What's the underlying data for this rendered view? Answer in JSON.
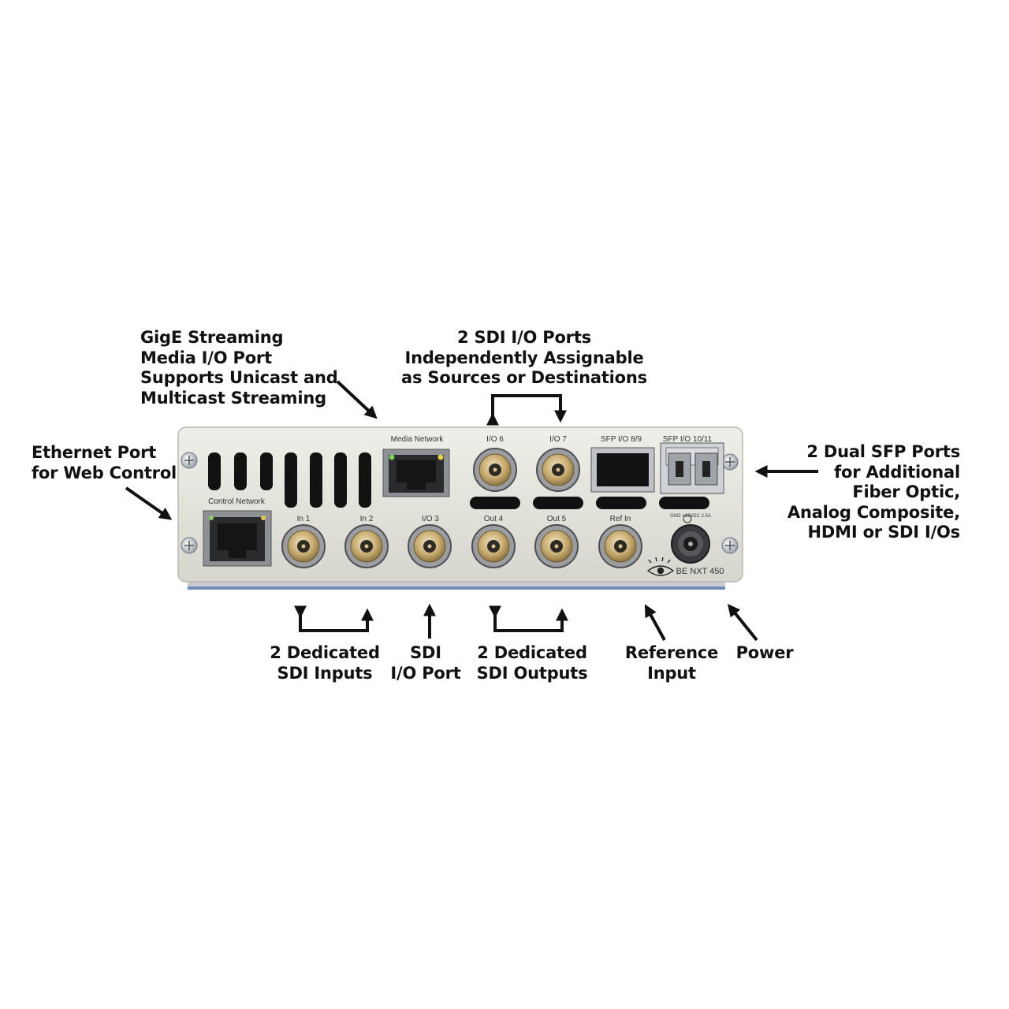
{
  "callouts": {
    "gige": [
      "GigE Streaming",
      "Media I/O Port",
      "Supports Unicast and",
      "Multicast Streaming"
    ],
    "sdi_io_top": [
      "2 SDI I/O Ports",
      "Independently Assignable",
      "as Sources or Destinations"
    ],
    "ethernet": [
      "Ethernet Port",
      "for Web Control"
    ],
    "sfp": [
      "2 Dual SFP Ports",
      "for Additional",
      "Fiber Optic,",
      "Analog Composite,",
      "HDMI or SDI I/Os"
    ],
    "inputs": [
      "2 Dedicated",
      "SDI Inputs"
    ],
    "sdi_port": [
      "SDI",
      "I/O Port"
    ],
    "outputs": [
      "2 Dedicated",
      "SDI Outputs"
    ],
    "reference": [
      "Reference",
      "Input"
    ],
    "power": [
      "Power"
    ]
  },
  "panel_labels": {
    "control_network": "Control Network",
    "media_network": "Media Network",
    "io6": "I/O 6",
    "io7": "I/O 7",
    "sfp89": "SFP I/O 8/9",
    "sfp1011": "SFP I/O 10/11",
    "in1": "In 1",
    "in2": "In 2",
    "io3": "I/O 3",
    "out4": "Out 4",
    "out5": "Out 5",
    "ref_in": "Ref In",
    "power_rating": "GND  +12VDC 2.5A",
    "model": "BE NXT 450"
  },
  "colors": {
    "panel": "#e4e4de",
    "text": "#111111",
    "arrow": "#111111",
    "bnc_gold": "#b89a5a"
  }
}
